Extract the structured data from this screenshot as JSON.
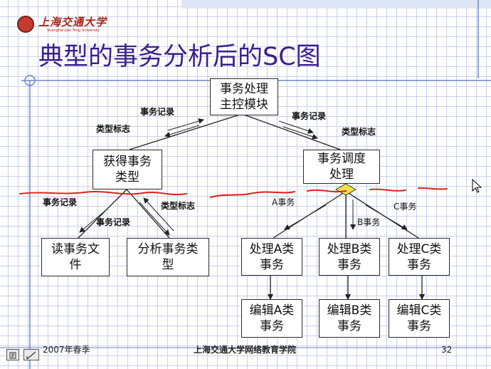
{
  "logo": {
    "text_cn": "上海交通大学",
    "text_en": "Shanghai Jiao Tong University"
  },
  "title": "典型的事务分析后的SC图",
  "nodes": {
    "root": "事务处理\n主控模块",
    "get": "获得事务\n类型",
    "dispatch": "事务调度\n处理",
    "read": "读事务文\n件",
    "analyze": "分析事务类\n型",
    "procA": "处理A类\n事务",
    "procB": "处理B类\n事务",
    "procC": "处理C类\n事务",
    "editA": "编辑A类\n事务",
    "editB": "编辑B类\n事务",
    "editC": "编辑C类\n事务"
  },
  "labels": {
    "rec_left_top": "事务记录",
    "flag_left_top": "类型标志",
    "rec_right_top": "事务记录",
    "flag_right_top": "类型标志",
    "rec_left_mid": "事务记录",
    "rec_mid_mid": "事务记录",
    "flag_mid_mid": "类型标志",
    "a_tx": "A事务",
    "b_tx": "B事务",
    "c_tx": "C事务"
  },
  "footer": {
    "term": "2007年春季",
    "school": "上海交通大学网络教育学院",
    "page": "32"
  },
  "colors": {
    "title": "#3a1f8f",
    "annotation": "#e0201a",
    "diamond": "#f2e14a"
  }
}
